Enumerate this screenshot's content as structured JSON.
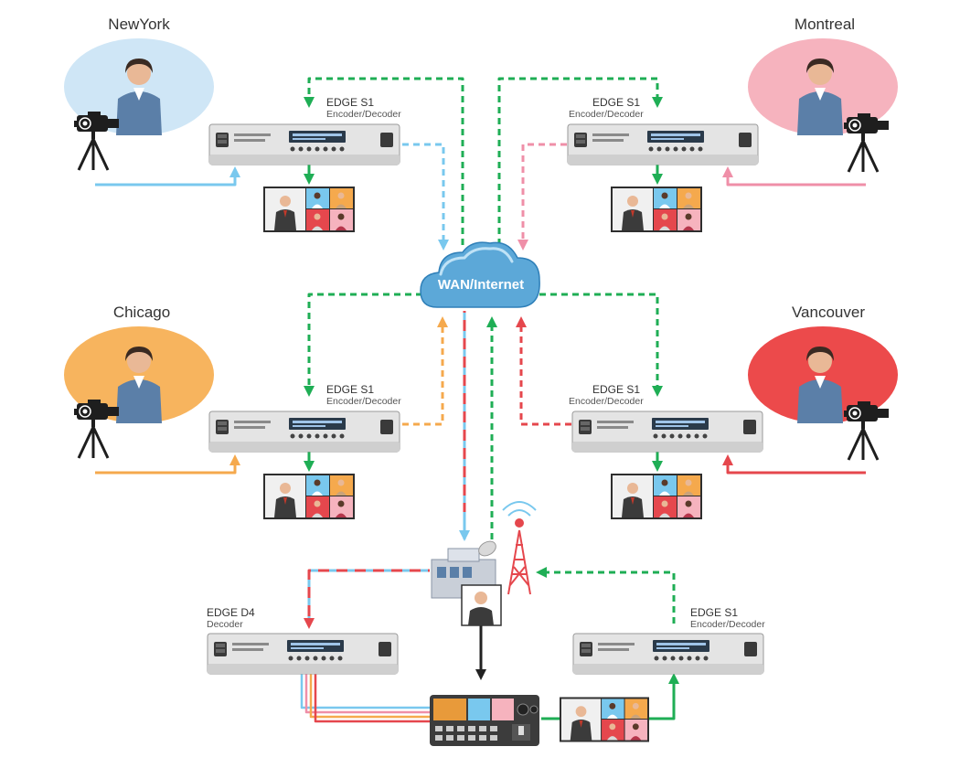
{
  "colors": {
    "green": "#1fae55",
    "blue": "#79c8ee",
    "pink": "#ef8fa8",
    "orange": "#f5a94d",
    "red": "#e5474d",
    "black": "#222222",
    "ny_bubble": "#cfe6f6",
    "mtl_bubble": "#f6b3be",
    "chi_bubble": "#f7b45e",
    "van_bubble": "#ec4a4b"
  },
  "cities": {
    "newyork": "NewYork",
    "montreal": "Montreal",
    "chicago": "Chicago",
    "vancouver": "Vancouver"
  },
  "cloud": {
    "label": "WAN/Internet"
  },
  "devices": {
    "ny": {
      "name": "EDGE S1",
      "role": "Encoder/Decoder"
    },
    "mtl": {
      "name": "EDGE S1",
      "role": "Encoder/Decoder"
    },
    "chi": {
      "name": "EDGE S1",
      "role": "Encoder/Decoder"
    },
    "van": {
      "name": "EDGE S1",
      "role": "Encoder/Decoder"
    },
    "d4": {
      "name": "EDGE D4",
      "role": "Decoder"
    },
    "studio": {
      "name": "EDGE S1",
      "role": "Encoder/Decoder"
    }
  },
  "icons": {
    "camera": "video-camera-icon",
    "person": "presenter-icon",
    "cloud": "cloud-icon",
    "encoder": "encoder-box-icon",
    "monitor": "video-grid-monitor-icon",
    "tower": "broadcast-tower-icon",
    "station": "broadcast-station-icon",
    "switcher": "production-switcher-icon"
  }
}
